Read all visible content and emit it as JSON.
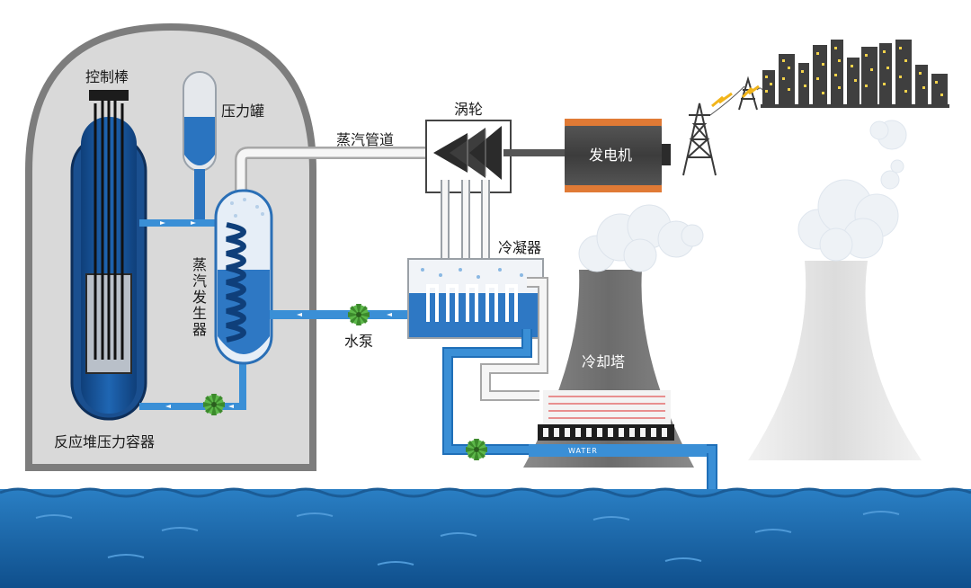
{
  "diagram": {
    "labels": {
      "control_rods": "控制棒",
      "pressurizer": "压力罐",
      "turbine": "涡轮",
      "steam_pipe": "蒸汽管道",
      "generator": "发电机",
      "condenser": "冷凝器",
      "steam_generator": "蒸汽发生器",
      "water_pump": "水泵",
      "cooling_tower": "冷却塔",
      "reactor_vessel": "反应堆压力容器",
      "water_channel": "WATER"
    },
    "colors": {
      "containment": "#d7d7d7",
      "containment_border": "#7c7c7c",
      "primary_loop": "#3a8fd6",
      "pipe_dark": "#1f6fb8",
      "steam_pipe": "#f4f4f4",
      "sea": "#1d6fb0",
      "sea_light": "#3d8ed0",
      "generator_body": "#4d4d4d",
      "generator_accent": "#e07a35",
      "pump": "#5db84a",
      "tower": "#7a7a7a",
      "tower_ghost": "#e6e6e6",
      "city": "#3f3f3f",
      "city_windows": "#f2d24b",
      "spark": "#f2b51b"
    },
    "icons": [
      "reactor-vessel-icon",
      "pressurizer-icon",
      "steam-generator-icon",
      "turbine-icon",
      "generator-icon",
      "condenser-icon",
      "cooling-tower-icon",
      "pump-icon",
      "transmission-tower-icon",
      "city-skyline-icon",
      "steam-cloud-icon"
    ]
  }
}
